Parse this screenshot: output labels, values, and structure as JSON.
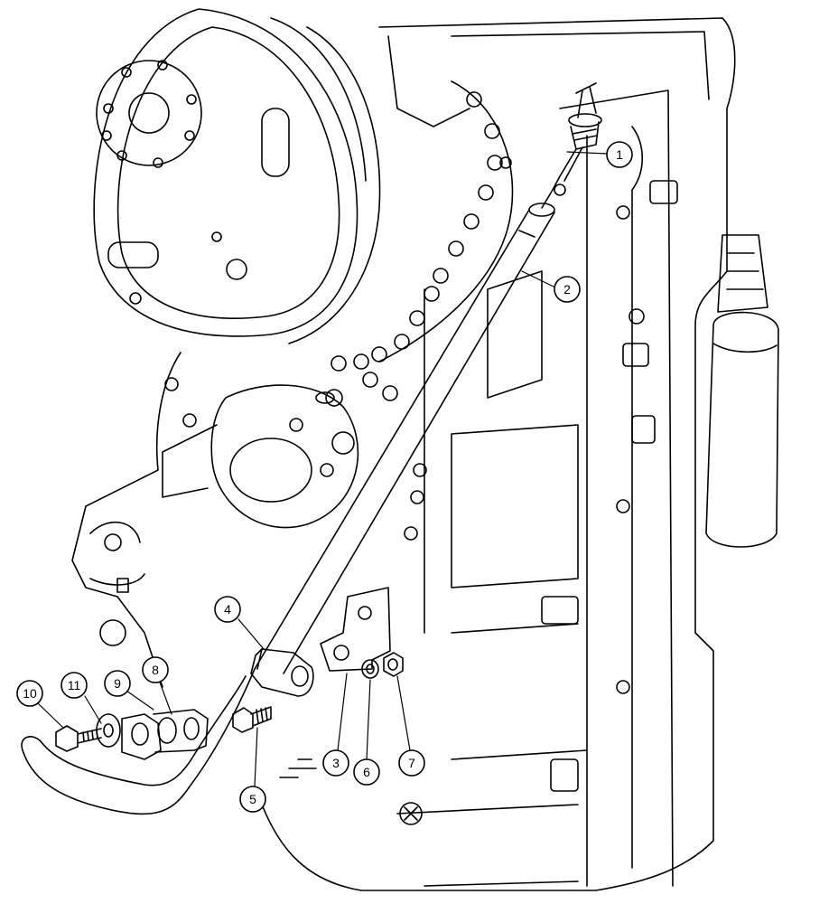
{
  "diagram": {
    "type": "exploded-parts-view",
    "line_color": "#000000",
    "background": "#ffffff",
    "callouts": [
      {
        "id": "1",
        "label": "1"
      },
      {
        "id": "2",
        "label": "2"
      },
      {
        "id": "3",
        "label": "3"
      },
      {
        "id": "4",
        "label": "4"
      },
      {
        "id": "5",
        "label": "5"
      },
      {
        "id": "6",
        "label": "6"
      },
      {
        "id": "7",
        "label": "7"
      },
      {
        "id": "8",
        "label": "8"
      },
      {
        "id": "9",
        "label": "9"
      },
      {
        "id": "10",
        "label": "10"
      },
      {
        "id": "11",
        "label": "11"
      }
    ]
  }
}
